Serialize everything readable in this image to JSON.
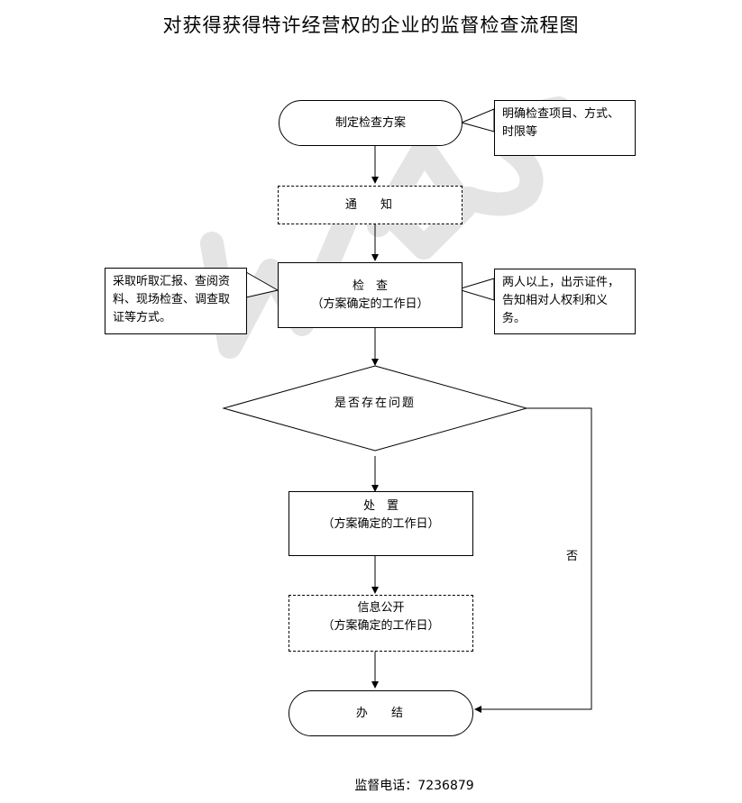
{
  "title": "对获得获得特许经营权的企业的监督检查流程图",
  "nodes": {
    "plan": "制定检查方案",
    "notify": "通　 知",
    "inspect": {
      "title": "检　查",
      "note": "（方案确定的工作日）"
    },
    "decision": "是否存在问题",
    "handle": {
      "title": "处　置",
      "note": "（方案确定的工作日）"
    },
    "disclose": {
      "title": "信息公开",
      "note": "（方案确定的工作日）"
    },
    "close": "办　 结"
  },
  "callouts": {
    "plan_note": "明确检查项目、方式、时限等",
    "method_note": "采取听取汇报、查阅资料、现场检查、调查取证等方式。",
    "rights_note": "两人以上，出示证件，告知相对人权利和义务。"
  },
  "edge_labels": {
    "no": "否"
  },
  "footer": {
    "hotline": "监督电话：7236879"
  },
  "watermark": {
    "text": "WPS",
    "color": "#e6e6e6"
  }
}
